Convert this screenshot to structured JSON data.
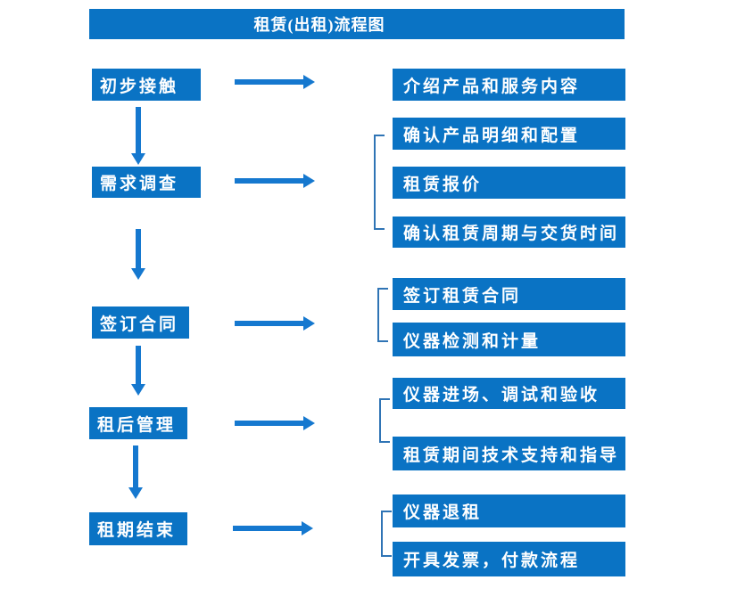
{
  "title": "租赁(出租)流程图",
  "colors": {
    "primary_blue": "#0a73c4",
    "arrow_blue": "#1578cf",
    "bracket_blue": "#2f74b5",
    "text": "#ffffff",
    "background": "#ffffff"
  },
  "stages": [
    {
      "label": "初步接触",
      "details": [
        "介绍产品和服务内容"
      ]
    },
    {
      "label": "需求调查",
      "details": [
        "确认产品明细和配置",
        "租赁报价",
        "确认租赁周期与交货时间"
      ]
    },
    {
      "label": "签订合同",
      "details": [
        "签订租赁合同",
        "仪器检测和计量"
      ]
    },
    {
      "label": "租后管理",
      "details": [
        "仪器进场、调试和验收",
        "租赁期间技术支持和指导"
      ]
    },
    {
      "label": "租期结束",
      "details": [
        "仪器退租",
        "开具发票，付款流程"
      ]
    }
  ]
}
